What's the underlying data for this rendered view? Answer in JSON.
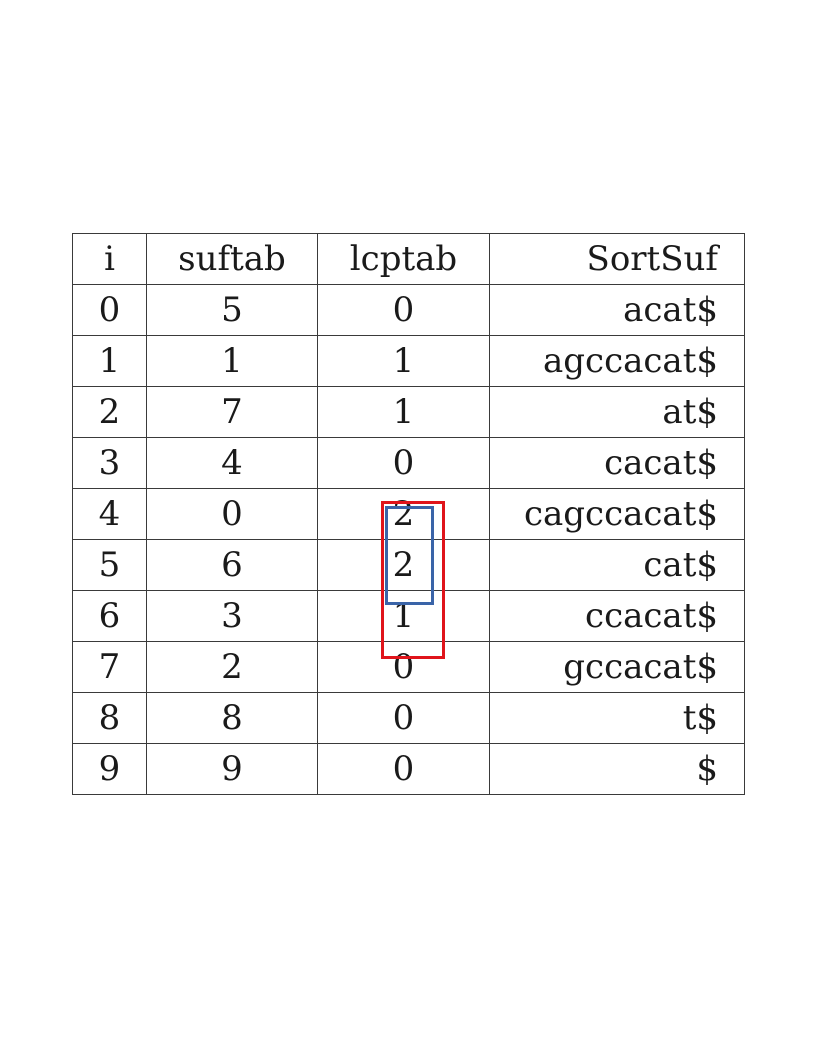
{
  "table": {
    "headers": [
      "i",
      "suftab",
      "lcptab",
      "SortSuf"
    ],
    "rows": [
      [
        "0",
        "5",
        "0",
        "acat$"
      ],
      [
        "1",
        "1",
        "1",
        "agccacat$"
      ],
      [
        "2",
        "7",
        "1",
        "at$"
      ],
      [
        "3",
        "4",
        "0",
        "cacat$"
      ],
      [
        "4",
        "0",
        "2",
        "cagccacat$"
      ],
      [
        "5",
        "6",
        "2",
        "cat$"
      ],
      [
        "6",
        "3",
        "1",
        "ccacat$"
      ],
      [
        "7",
        "2",
        "0",
        "gccacat$"
      ],
      [
        "8",
        "8",
        "0",
        "t$"
      ],
      [
        "9",
        "9",
        "0",
        "$"
      ]
    ]
  },
  "highlights": {
    "outer": {
      "color": "#e0141b",
      "column": "lcptab",
      "row_start": 4,
      "row_end": 6
    },
    "inner": {
      "color": "#3a64a8",
      "column": "lcptab",
      "row_start": 4,
      "row_end": 5
    }
  }
}
